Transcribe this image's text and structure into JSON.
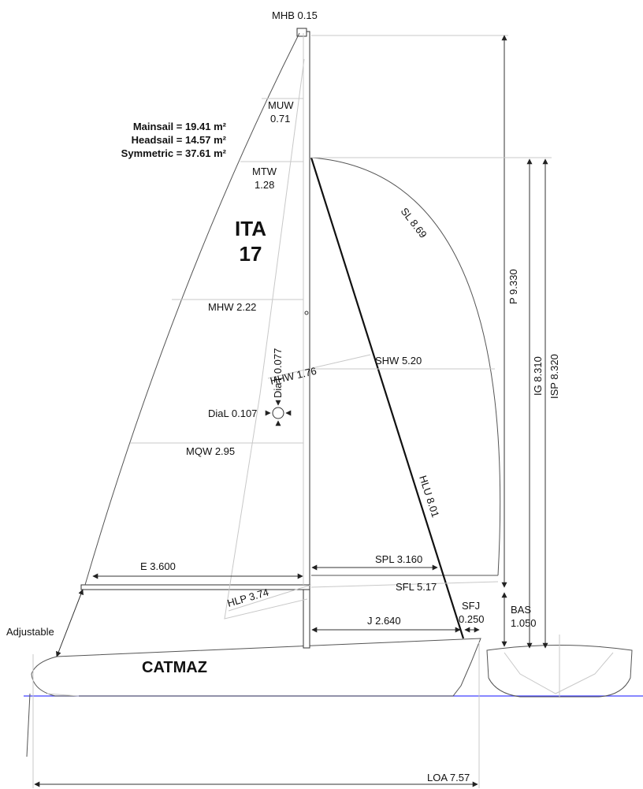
{
  "summary": {
    "mainsail": "Mainsail = 19.41 m²",
    "headsail": "Headsail = 14.57 m²",
    "symmetric": "Symmetric = 37.61 m²"
  },
  "sail_number": {
    "country": "ITA",
    "number": "17"
  },
  "boat_name": "CATMAZ",
  "measurements": {
    "mhb": "MHB 0.15",
    "muw": "MUW",
    "muw_val": "0.71",
    "mtw": "MTW",
    "mtw_val": "1.28",
    "mhw": "MHW 2.22",
    "mqw": "MQW 2.95",
    "hhw": "HHW 1.76",
    "dial": "DiaL 0.107",
    "diat": "DiaT 0.077",
    "sl": "SL 8.69",
    "shw": "SHW 5.20",
    "hlu": "HLU 8.01",
    "spl": "SPL 3.160",
    "sfl": "SFL 5.17",
    "e": "E 3.600",
    "hlp": "HLP 3.74",
    "j": "J 2.640",
    "sfj": "SFJ",
    "sfj_val": "0.250",
    "bas": "BAS",
    "bas_val": "1.050",
    "p": "P 9.330",
    "ig": "IG 8.310",
    "isp": "ISP 8.320",
    "loa": "LOA 7.57",
    "adjustable": "Adjustable"
  },
  "colors": {
    "waterline": "#4040ff",
    "lines": "#333333"
  }
}
